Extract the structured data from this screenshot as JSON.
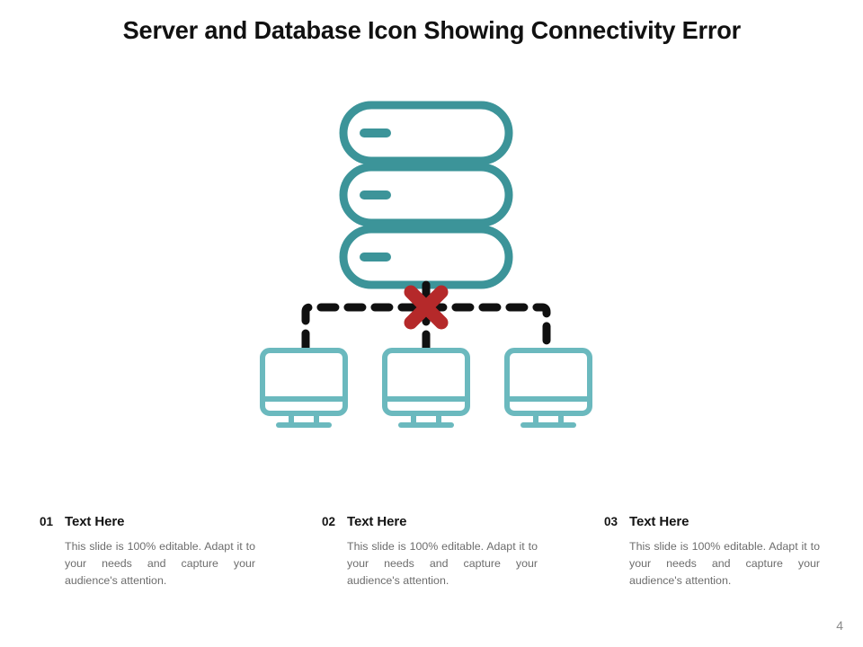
{
  "slide": {
    "title": "Server and Database Icon Showing Connectivity Error",
    "page_number": "4",
    "background_color": "#ffffff"
  },
  "colors": {
    "server_teal": "#3C9499",
    "monitor_teal": "#6BB9BE",
    "error_red": "#B5292A",
    "connector_black": "#101010",
    "title_black": "#111111",
    "body_gray": "#6d6d6d",
    "page_number_gray": "#8a8a8a"
  },
  "graphic": {
    "server_icon": {
      "name": "database-server-stack-icon",
      "layers": 3,
      "color": "#3C9499"
    },
    "connector": {
      "name": "dashed-network-connector",
      "style": "dashed",
      "color": "#101010"
    },
    "error_marker": {
      "name": "connectivity-error-x-icon",
      "glyph": "X",
      "color": "#B5292A"
    },
    "monitors": [
      {
        "name": "monitor-icon-1",
        "color": "#6BB9BE"
      },
      {
        "name": "monitor-icon-2",
        "color": "#6BB9BE"
      },
      {
        "name": "monitor-icon-3",
        "color": "#6BB9BE"
      }
    ]
  },
  "columns": [
    {
      "number": "01",
      "title": "Text Here",
      "body": "This slide is 100% editable. Adapt it to your needs and capture your audience's attention."
    },
    {
      "number": "02",
      "title": "Text Here",
      "body": "This slide is 100% editable. Adapt it to your needs and capture your audience's attention."
    },
    {
      "number": "03",
      "title": "Text Here",
      "body": "This slide is 100% editable. Adapt it to your needs and capture your audience's attention."
    }
  ]
}
